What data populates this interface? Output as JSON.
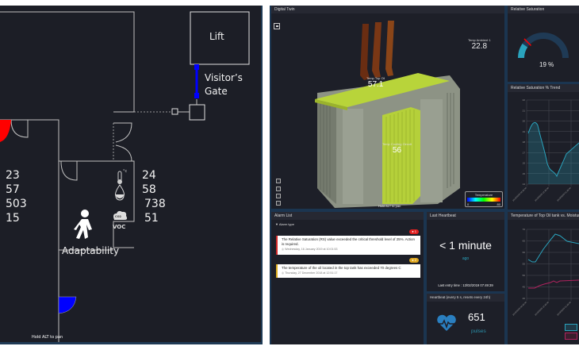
{
  "floorplan": {
    "rooms": {
      "lift": "Lift",
      "visitors_gate": [
        "Visitor’s",
        "Gate"
      ],
      "adaptability": "Adaptability"
    },
    "left_readings": [
      "23",
      "57",
      "503",
      "15"
    ],
    "right_readings": [
      "24",
      "58",
      "738",
      "51"
    ],
    "sensor_icons": [
      "thermometer-icon",
      "humidity-drop-icon",
      "co2-cloud-icon",
      "voc-label"
    ],
    "co2_label": "CO2",
    "voc_label": "VOC",
    "unit_c": "°c",
    "hint": "Hold ALT to pan",
    "colors": {
      "open_door": "#ff0000",
      "blue_door": "#0000ff",
      "gate": "#0000ff"
    }
  },
  "digital_twin": {
    "title": "Digital Twin",
    "labels": [
      {
        "name": "Temp Ambient 1",
        "value": "22.8"
      },
      {
        "name": "Temp Top Oil",
        "value": "57.1"
      },
      {
        "name": "Temp Cooling Circuit",
        "value": "56"
      }
    ],
    "hint": "Hold ALT to pan",
    "legend": {
      "title": "Temperature",
      "min": "0",
      "max": "80"
    },
    "controls": [
      "pan-icon",
      "settings-icon",
      "zoom-in-icon",
      "zoom-out-icon"
    ]
  },
  "relative_saturation": {
    "title": "Relative Saturation",
    "value_text": "19 %",
    "value": 19,
    "threshold": 25,
    "max": 100,
    "color": "#2aa3bd"
  },
  "trend": {
    "title": "Relative Saturation % Trend",
    "yticks": [
      "22",
      "21",
      "20",
      "19",
      "18",
      "17",
      "16",
      "15",
      "14"
    ],
    "xticks": [
      "2019/02/09 03:48:00",
      "2019/02/09 12:48:00",
      "2019/02/09 21:48:00"
    ]
  },
  "alarms": {
    "title": "Alarm List",
    "filter": "Alarm type",
    "items": [
      {
        "badge": "1",
        "badge_color": "#e02020",
        "text": "The Relative Saturation (RS) value exceeded the critical threshold level of 25%. Action is required.",
        "time": "Wednesday, 16 January 2019 at 10:01:53",
        "stripe": "#d42a2a"
      },
      {
        "badge": "2",
        "badge_color": "#e0a820",
        "text": "The temperature of the oil located in the top tank has exceeded 70 degrees C",
        "time": "Thursday, 27 December 2018 at 12:51:17",
        "stripe": "#e0b020"
      }
    ]
  },
  "heartbeat": {
    "title": "Last Heartbeat",
    "value": "< 1 minute",
    "sub": "ago",
    "last_entry": "Last entry time : 13/02/2019 07:49:39"
  },
  "pulses": {
    "title": "Heartbeat (every 5 s, resets every 24h)",
    "value": "651",
    "unit": "pulses"
  },
  "temp_chart": {
    "title": "Temperature of Top Oil tank vs. Moisture",
    "yticks": [
      "70",
      "65",
      "60",
      "55",
      "50",
      "45",
      "40"
    ],
    "xticks": [
      "2019/02/09 03:48:00",
      "2019/02/09 12:48:00",
      "2019/02/09 21:48:00"
    ],
    "series_colors": [
      "#2aa3bd",
      "#b0225e"
    ]
  }
}
